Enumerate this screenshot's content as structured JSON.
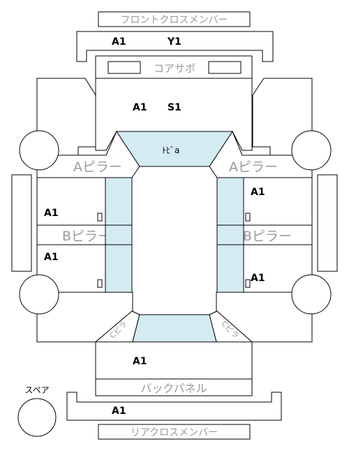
{
  "labels": {
    "front_cross_member": "フロントクロスメンバー",
    "core_support": "コアサポ",
    "a_pillar_left": "Aピラー",
    "a_pillar_right": "Aピラー",
    "b_pillar_left": "Bピラー",
    "b_pillar_right": "Bピラー",
    "dash_panel": "ﾄﾋﾞa",
    "c_pillar_left": "Cピラ",
    "c_pillar_right": "Cピラ",
    "back_panel": "バックパネル",
    "rear_cross_member": "リアクロスメンバー",
    "spare": "スペア"
  },
  "codes": {
    "front_cross_member": [
      "A1",
      "Y1"
    ],
    "front_section": [
      "A1",
      "S1"
    ],
    "left_front_door": "A1",
    "left_rear_door": "A1",
    "right_front_door": "A1",
    "right_rear_door": "A1",
    "trunk": "A1",
    "rear_cross_member": "A1"
  },
  "colors": {
    "outline": "#000000",
    "highlight": "#d4ebf2",
    "label_gray": "#9a9a9a"
  }
}
